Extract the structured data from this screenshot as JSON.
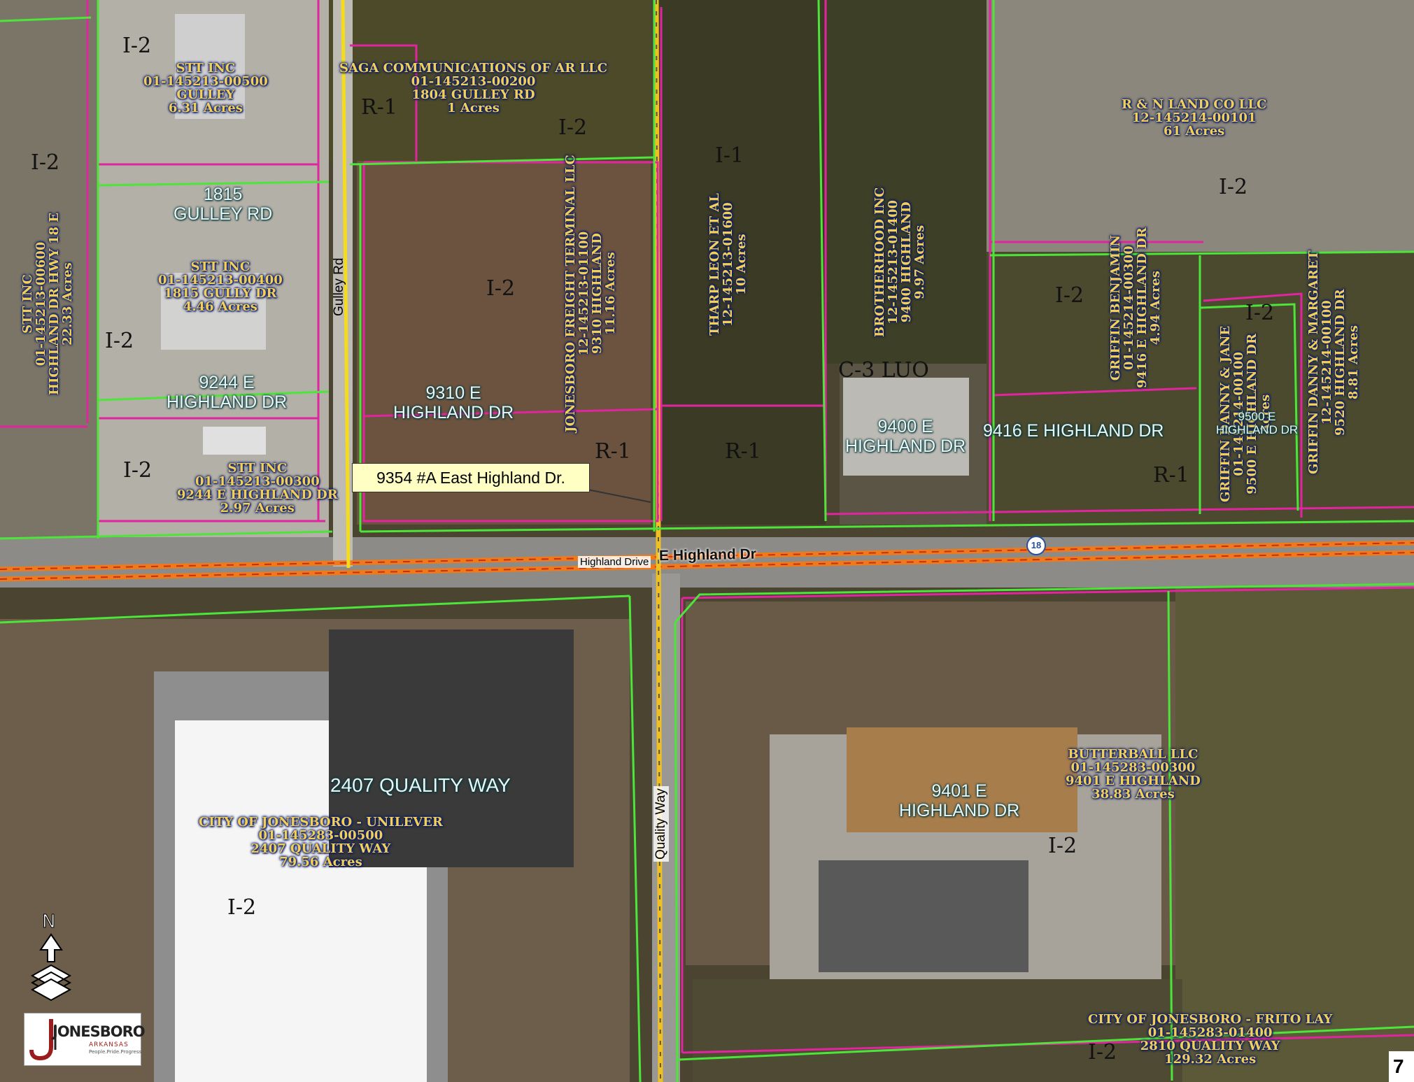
{
  "colors": {
    "parcel_line": "#e0259f",
    "zoning_line": "#4de53a",
    "road_center": "#f4dc1c",
    "highway_line": "#f07a1a",
    "label_text": "#f3cf57",
    "label_halo": "#0c1f6b",
    "address_text": "#e9f6f6"
  },
  "callout": "9354 #A East Highland Dr.",
  "roads": {
    "gulley": "Gulley Rd",
    "quality": "Quality Way",
    "highland_drive": "Highland Drive",
    "e_highland": "E Highland Dr",
    "hwy_shield": "18"
  },
  "parcels": [
    {
      "lines": [
        "STT INC",
        "01-145213-00500",
        "GULLEY",
        "6.31 Acres"
      ]
    },
    {
      "lines": [
        "SAGA COMMUNICATIONS OF AR LLC",
        "01-145213-00200",
        "1804 GULLEY RD",
        "1 Acres"
      ]
    },
    {
      "lines": [
        "R & N LAND CO LLC",
        "12-145214-00101",
        " ",
        "61 Acres"
      ]
    },
    {
      "lines": [
        "STT INC",
        "01-145213-00400",
        "1815 GULLY DR",
        "4.46 Acres"
      ]
    },
    {
      "lines": [
        "STT INC",
        "01-145213-00300",
        "9244 E HIGHLAND DR",
        "2.97 Acres"
      ]
    },
    {
      "lines": [
        "BUTTERBALL LLC",
        "01-145283-00300",
        "9401 E HIGHLAND",
        "38.83 Acres"
      ]
    },
    {
      "lines": [
        "CITY OF JONESBORO - UNILEVER",
        "01-145283-00500",
        "2407 QUALITY WAY",
        "79.56 Acres"
      ]
    },
    {
      "lines": [
        "CITY OF JONESBORO - FRITO LAY",
        "01-145283-01400",
        "2810 QUALITY WAY",
        "129.32 Acres"
      ]
    }
  ],
  "vertical_parcels": [
    {
      "lines": [
        "STT INC",
        "01-145213-00600",
        "HIGHLAND DR HWY 18 E",
        "22.33 Acres"
      ]
    },
    {
      "lines": [
        "JONESBORO FREIGHT TERMINAL LLC",
        "12-145213-01100",
        "9310 HIGHLAND",
        "11.16 Acres"
      ]
    },
    {
      "lines": [
        "THARP LEON ET AL",
        "12-145213-01600",
        " ",
        "10 Acres"
      ]
    },
    {
      "lines": [
        "BROTHERHOOD INC",
        "12-145213-01400",
        "9400 HIGHLAND",
        "9.97 Acres"
      ]
    },
    {
      "lines": [
        "GRIFFIN BENJAMIN",
        "01-145214-00300",
        "9416 E HIGHLAND DR",
        "4.94 Acres"
      ]
    },
    {
      "lines": [
        "GRIFFIN DANNY & JANE",
        "01-145214-00100",
        "9500 E HIGHLAND DR",
        "Acres"
      ]
    },
    {
      "lines": [
        "GRIFFIN DANNY & MARGARET",
        "12-145214-00100",
        "9520 HIGHLAND DR",
        "8.81 Acres"
      ]
    }
  ],
  "addresses": {
    "a1815": [
      "1815",
      "GULLEY RD"
    ],
    "a9244": [
      "9244 E",
      "HIGHLAND DR"
    ],
    "a9310": [
      "9310 E",
      "HIGHLAND DR"
    ],
    "a9400": [
      "9400 E",
      "HIGHLAND DR"
    ],
    "a9416": [
      "9416 E HIGHLAND DR"
    ],
    "a9500": [
      "9500 E",
      "HIGHLAND DR"
    ],
    "a2407": [
      "2407 QUALITY WAY"
    ],
    "a9401": [
      "9401 E",
      "HIGHLAND DR"
    ]
  },
  "zoning": {
    "z_tl": "I-2",
    "z_left": "I-2",
    "z_mid": "I-2",
    "z_r1a": "R-1",
    "z_i2b": "I-2",
    "z_i2c": "I-2",
    "z_i1": "I-1",
    "z_rn": "I-2",
    "z_c3": "C-3 LUO",
    "z_grif": "I-2",
    "z_grif2": "I-2",
    "z_r1b": "R-1",
    "z_r1c": "R-1",
    "z_r1d": "R-1",
    "z_i2d": "I-2",
    "z_unil": "I-2",
    "z_butter": "I-2",
    "z_frito": "I-2"
  },
  "logo": {
    "name": "JONESBORO",
    "state": "ARKANSAS",
    "tagline": "People.Pride.Progress"
  },
  "compass": "N",
  "page_number": "7"
}
